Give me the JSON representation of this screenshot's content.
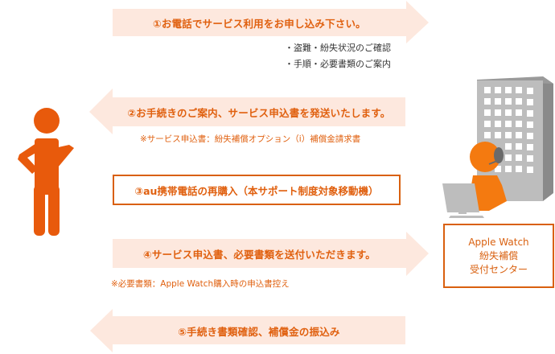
{
  "colors": {
    "arrow_fill": "#fde8de",
    "accent": "#e0600f",
    "border": "#d9600f",
    "person": "#e85a0c",
    "operator": "#f47a10",
    "building_front": "#bdbdbd",
    "building_side": "#8a8a8a",
    "window": "#ffffff"
  },
  "steps": [
    {
      "label": "①お電話でサービス利用をお申し込み下さい。",
      "direction": "right",
      "notes": [
        "・盗難・紛失状況のご確認",
        "・手順・必要書類のご案内"
      ]
    },
    {
      "label": "②お手続きのご案内、サービス申込書を発送いたします。",
      "direction": "left",
      "note": "※サービス申込書：紛失補償オプション（i）補償金請求書"
    },
    {
      "label": "③au携帯電話の再購入（本サポート制度対象移動機）",
      "direction": "none"
    },
    {
      "label": "④サービス申込書、必要書類を送付いただきます。",
      "direction": "right",
      "note": "※必要書類：Apple Watch購入時の申込書控え"
    },
    {
      "label": "⑤手続き書類確認、補償金の振込み",
      "direction": "left"
    }
  ],
  "center": {
    "lines": [
      "Apple Watch",
      "紛失補償",
      "受付センター"
    ]
  },
  "icons": {
    "customer": "person-icon",
    "building": "office-building-icon",
    "operator": "call-center-operator-icon",
    "computer": "monitor-icon"
  }
}
